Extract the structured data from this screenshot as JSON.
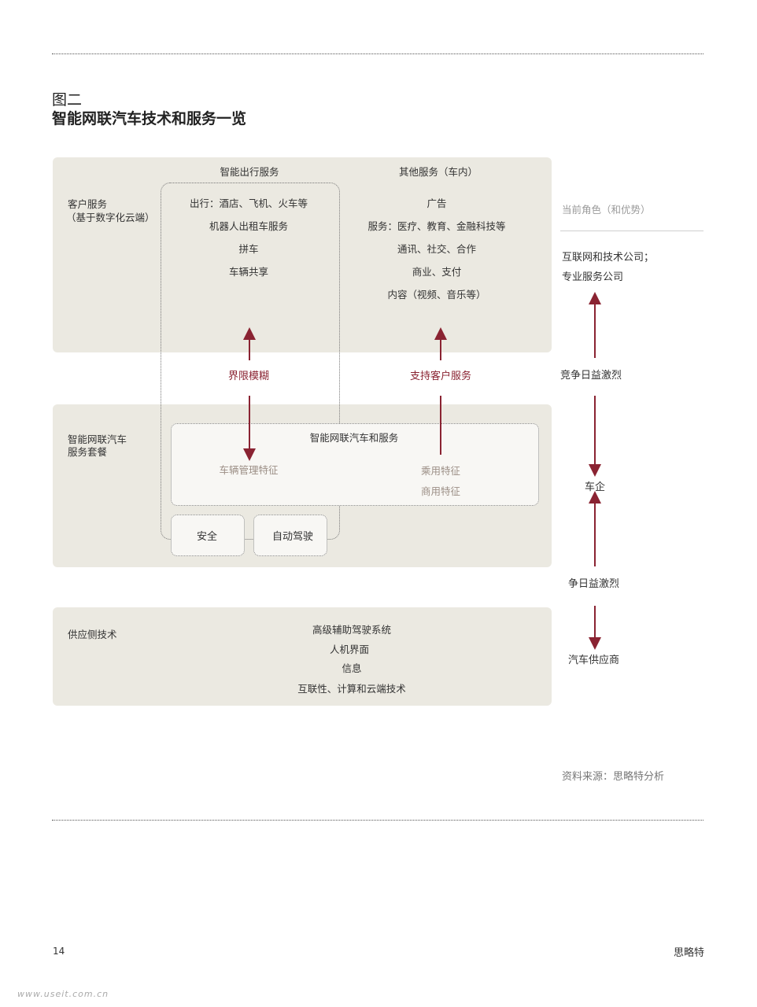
{
  "figure": {
    "label": "图二",
    "title": "智能网联汽车技术和服务一览"
  },
  "customer_services": {
    "label_line1": "客户服务",
    "label_line2": "（基于数字化云端）",
    "mobility": {
      "heading": "智能出行服务",
      "items": [
        "出行：酒店、飞机、火车等",
        "机器人出租车服务",
        "拼车",
        "车辆共享"
      ]
    },
    "other": {
      "heading": "其他服务（车内）",
      "items": [
        "广告",
        "服务：医疗、教育、金融科技等",
        "通讯、社交、合作",
        "商业、支付",
        "内容（视频、音乐等）"
      ]
    }
  },
  "connectors": {
    "blurred": "界限模糊",
    "support": "支持客户服务"
  },
  "package": {
    "label_line1": "智能网联汽车",
    "label_line2": "服务套餐",
    "inner_title": "智能网联汽车和服务",
    "vehicle_mgmt": "车辆管理特征",
    "passenger": "乘用特征",
    "commercial": "商用特征",
    "safety": "安全",
    "autonomous": "自动驾驶"
  },
  "supply": {
    "label": "供应侧技术",
    "items": [
      "高级辅助驾驶系统",
      "人机界面",
      "信息",
      "互联性、计算和云端技术"
    ]
  },
  "roles": {
    "header": "当前角色（和优势）",
    "top_line1": "互联网和技术公司；",
    "top_line2": "专业服务公司",
    "competition1": "竞争日益激烈",
    "oem": "车企",
    "competition2": "争日益激烈",
    "supplier": "汽车供应商"
  },
  "source": "资料来源：思略特分析",
  "footer": {
    "page": "14",
    "brand": "思略特"
  },
  "watermark": "www.useit.com.cn",
  "colors": {
    "panel": "#ebe9e1",
    "accent": "#8a2332",
    "muted_text": "#9c8f86"
  }
}
